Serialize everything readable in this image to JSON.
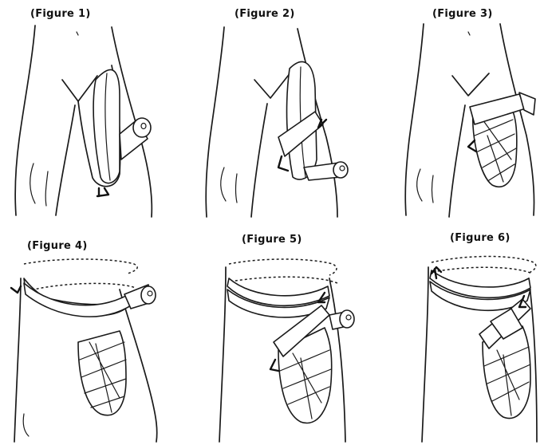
{
  "figures": [
    {
      "caption": "(Figure 1)"
    },
    {
      "caption": "(Figure 2)"
    },
    {
      "caption": "(Figure 3)"
    },
    {
      "caption": "(Figure 4)"
    },
    {
      "caption": "(Figure 5)"
    },
    {
      "caption": "(Figure 6)"
    }
  ]
}
